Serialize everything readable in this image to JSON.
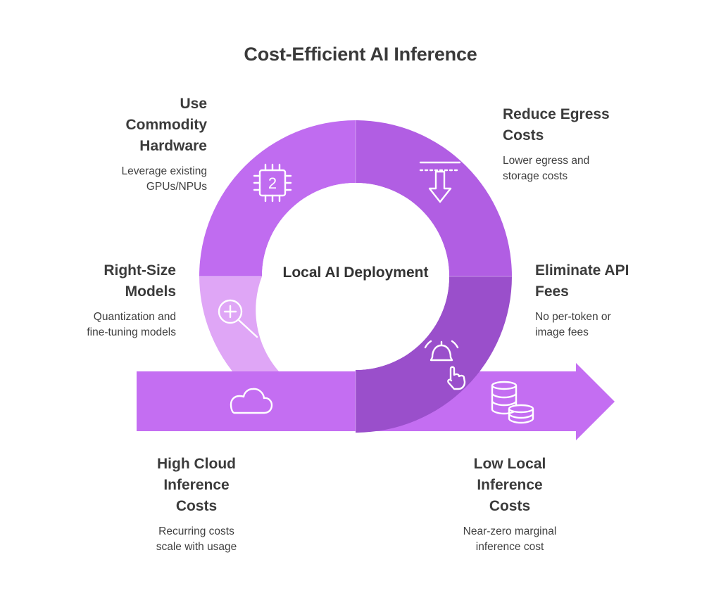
{
  "title": "Cost-Efficient AI Inference",
  "center": {
    "label": "Local AI Deployment"
  },
  "segments": {
    "commodity_hardware": {
      "heading": "Use\nCommodity\nHardware",
      "description": "Leverage existing\nGPUs/NPUs",
      "icon": "cpu-chip-icon",
      "chip_number": "2",
      "color": "#c06cf0"
    },
    "egress_costs": {
      "heading": "Reduce Egress\nCosts",
      "description": "Lower egress and\nstorage costs",
      "icon": "download-arrow-icon",
      "color": "#b15ee3"
    },
    "right_size": {
      "heading": "Right-Size\nModels",
      "description": "Quantization and\nfine-tuning models",
      "icon": "magnify-plus-icon",
      "color": "#dfa6f6"
    },
    "api_fees": {
      "heading": "Eliminate API\nFees",
      "description": "No per-token or\nimage fees",
      "icon": "bell-touch-icon",
      "color": "#9a4fcb"
    },
    "cloud_costs": {
      "heading": "High Cloud\nInference\nCosts",
      "description": "Recurring costs\nscale with usage",
      "icon": "cloud-icon",
      "color": "#c46ef2"
    },
    "local_costs": {
      "heading": "Low Local\nInference\nCosts",
      "description": "Near-zero marginal\ninference cost",
      "icon": "coin-stack-icon",
      "color": "#c46ef2"
    }
  }
}
